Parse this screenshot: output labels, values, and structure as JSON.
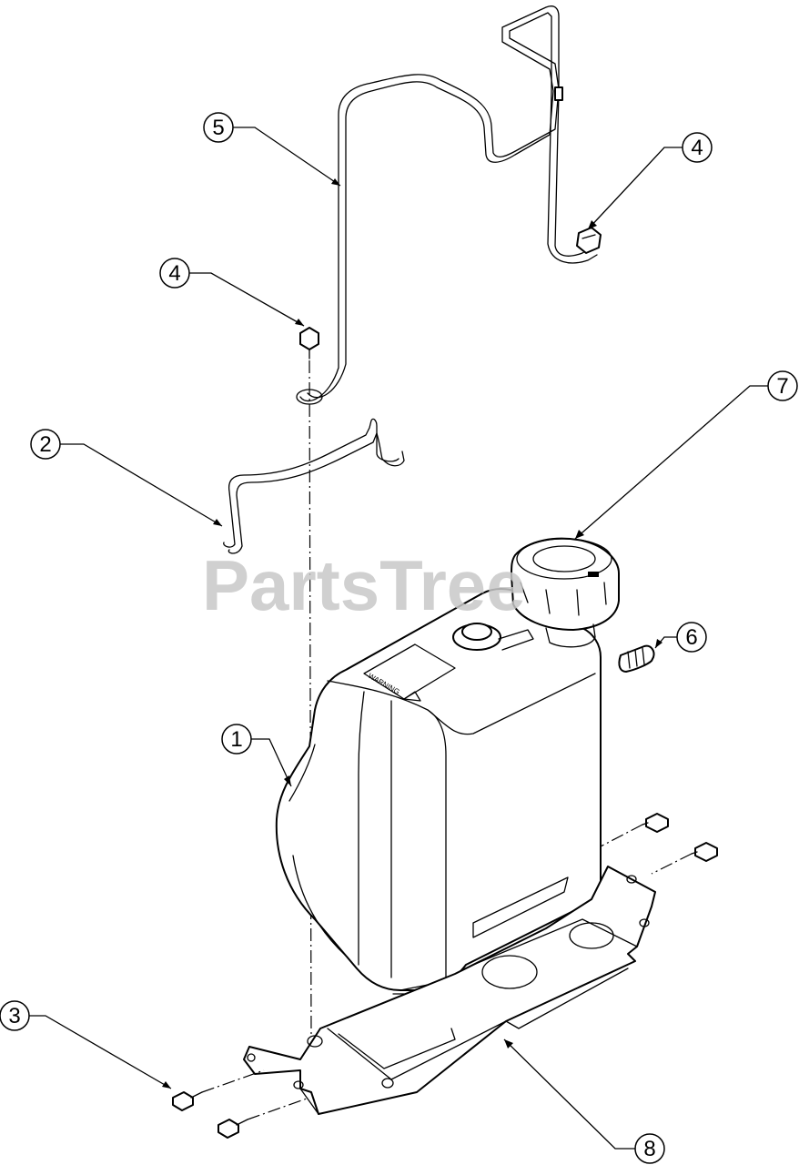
{
  "watermark": "PartsTree",
  "callouts": {
    "c1": "1",
    "c2": "2",
    "c3": "3",
    "c4a": "4",
    "c4b": "4",
    "c5": "5",
    "c6": "6",
    "c7": "7",
    "c8": "8"
  },
  "tank_label": "WARNING",
  "colors": {
    "line": "#000000",
    "watermark": "#c8c8c8"
  }
}
